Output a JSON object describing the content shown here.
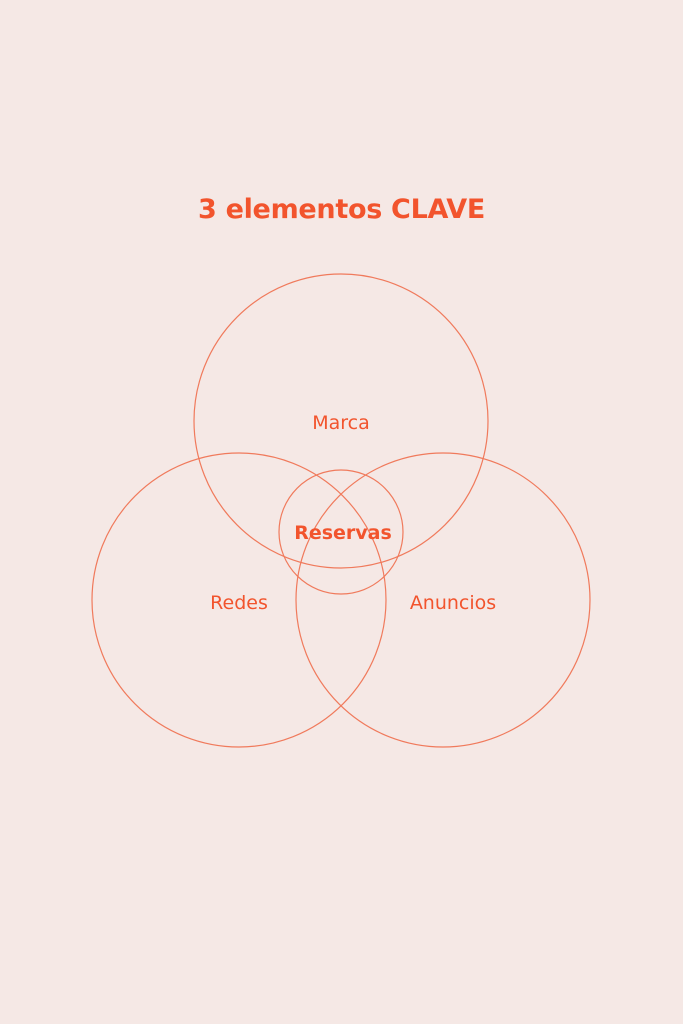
{
  "title": "3 elementos CLAVE",
  "colors": {
    "background": "#f5e8e5",
    "accent": "#f2542d",
    "stroke": "#f07a5c"
  },
  "diagram": {
    "circles": [
      {
        "id": "marca",
        "label": "Marca"
      },
      {
        "id": "redes",
        "label": "Redes"
      },
      {
        "id": "anuncios",
        "label": "Anuncios"
      }
    ],
    "center": {
      "id": "reservas",
      "label": "Reservas"
    }
  }
}
